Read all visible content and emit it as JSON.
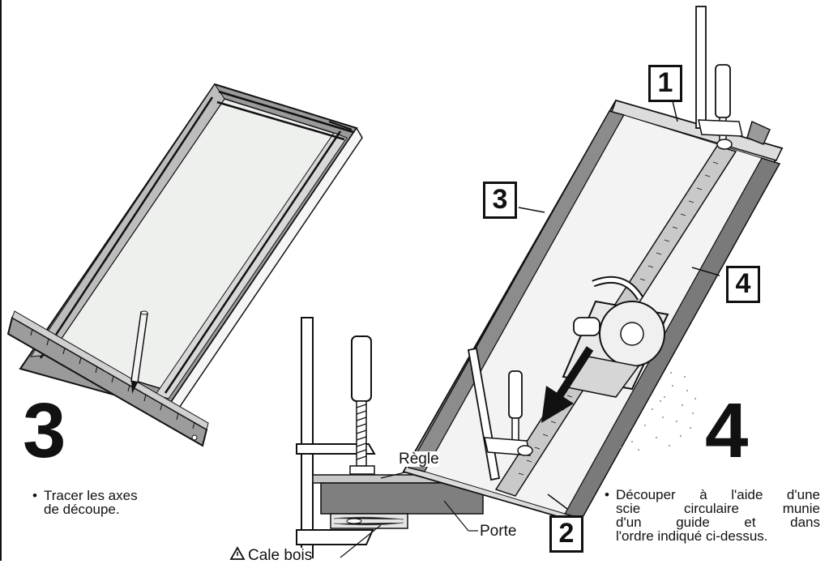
{
  "steps": [
    {
      "number": "3",
      "bullet": "•",
      "lines": [
        "Tracer les axes",
        "de découpe."
      ]
    },
    {
      "number": "4",
      "bullet": "•",
      "lines": [
        "Découper à l'aide d'une",
        "scie circulaire munie",
        "d'un guide et dans",
        "l'ordre indiqué ci-dessus."
      ]
    }
  ],
  "labels": {
    "regle": "Règle",
    "porte": "Porte",
    "cale_bois": "Cale bois"
  },
  "cut_order": [
    "1",
    "2",
    "3",
    "4"
  ],
  "icons": {
    "warning": "warning-triangle-icon"
  },
  "colors": {
    "frame_gray": "#8c8c8c",
    "panel_light": "#eef0ee",
    "ink": "#111111"
  }
}
